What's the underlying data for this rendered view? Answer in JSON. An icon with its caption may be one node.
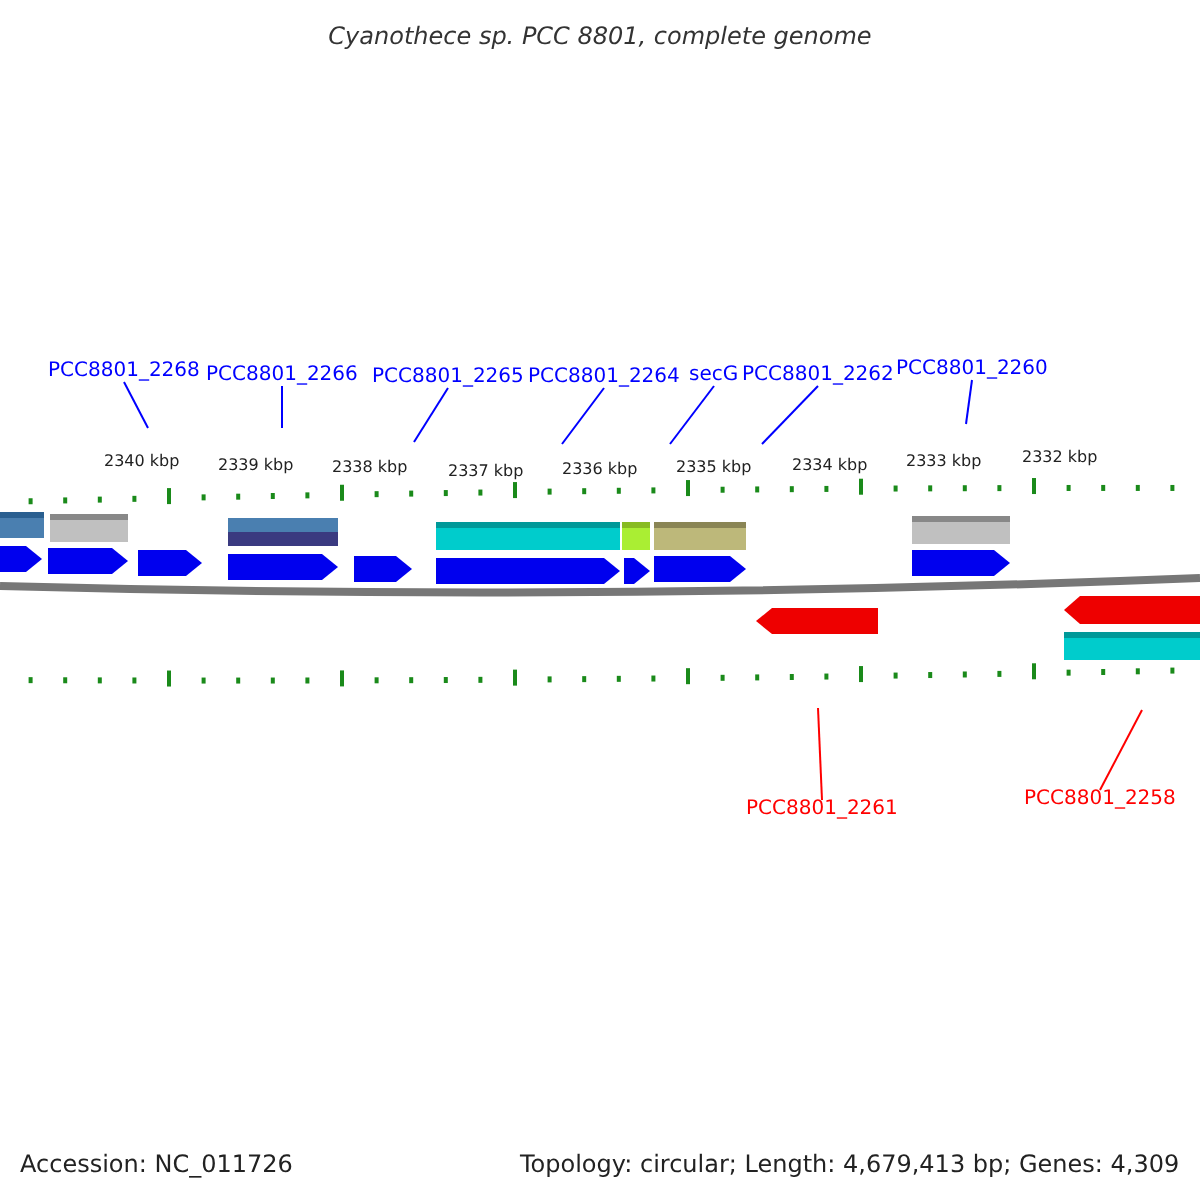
{
  "diagram": {
    "title": "Cyanothece sp. PCC 8801, complete genome",
    "nodes": [
      {
        "text": [
          "PCC8801_2268"
        ]
      },
      {
        "text": [
          "PCC8801_2266"
        ]
      },
      {
        "text": [
          "PCC8801_2265"
        ]
      },
      {
        "text": [
          "PCC8801_2264"
        ]
      },
      {
        "text": [
          "secG"
        ]
      },
      {
        "text": [
          "PCC8801_2262"
        ]
      },
      {
        "text": [
          "PCC8801_2260"
        ]
      },
      {
        "text": [
          "PCC8801_2261"
        ]
      },
      {
        "text": [
          "PCC8801_2258"
        ]
      }
    ],
    "edges": [
      {
        "from": 0,
        "to": null,
        "arrow": "none"
      },
      {
        "from": 1,
        "to": null,
        "arrow": "none"
      },
      {
        "from": 2,
        "to": null,
        "arrow": "none"
      },
      {
        "from": 3,
        "to": null,
        "arrow": "none"
      },
      {
        "from": 4,
        "to": null,
        "arrow": "none"
      },
      {
        "from": 5,
        "to": null,
        "arrow": "none"
      },
      {
        "from": 6,
        "to": null,
        "arrow": "none"
      },
      {
        "from": 7,
        "to": null,
        "arrow": "none",
        "color": "#ff0000"
      },
      {
        "from": 8,
        "to": null,
        "arrow": "none",
        "color": "#ff0000"
      }
    ],
    "labels": [
      "2340 kbp",
      "2339 kbp",
      "2338 kbp",
      "2337 kbp",
      "2336 kbp",
      "2335 kbp",
      "2334 kbp",
      "2333 kbp",
      "2332 kbp",
      "Accession: NC_011726",
      "Topology: circular; Length: 4,679,413 bp; Genes: 4,309"
    ]
  }
}
